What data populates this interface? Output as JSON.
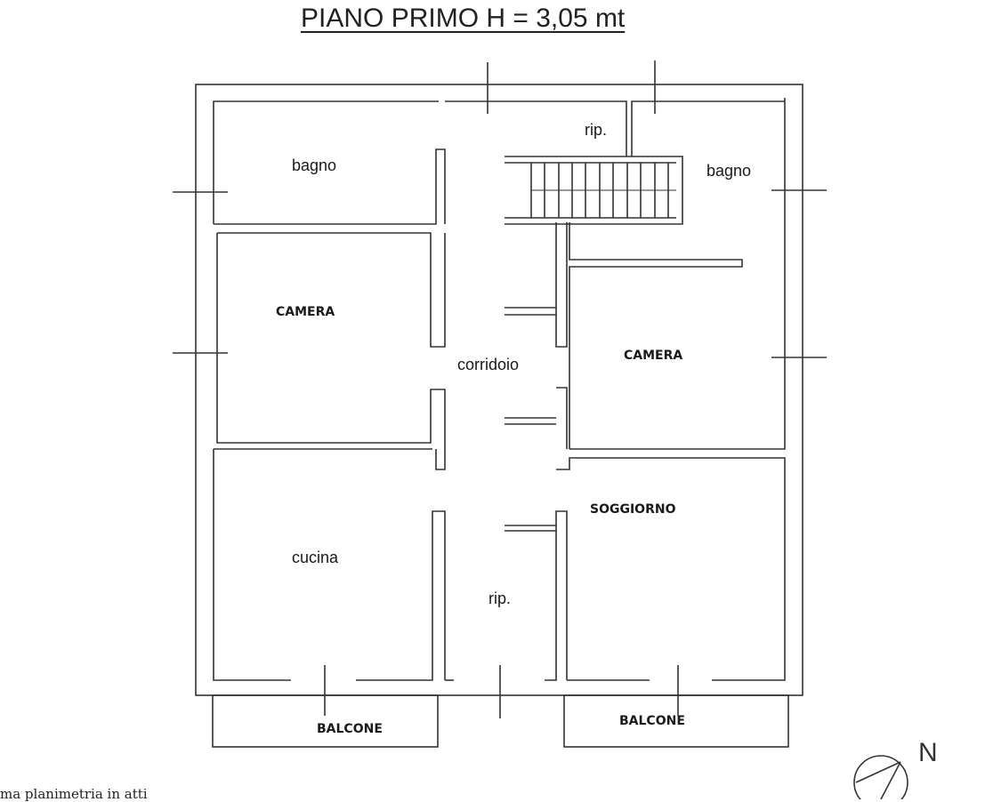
{
  "title": "PIANO PRIMO  H = 3,05 mt",
  "rooms": [
    {
      "id": "bagno-ovest",
      "label": "bagno",
      "style": "plain"
    },
    {
      "id": "rip-nord",
      "label": "rip."
    },
    {
      "id": "bagno-est",
      "label": "bagno"
    },
    {
      "id": "camera-ovest",
      "label": "CAMERA"
    },
    {
      "id": "corridoio",
      "label": "corridoio"
    },
    {
      "id": "camera-est",
      "label": "CAMERA"
    },
    {
      "id": "soggiorno",
      "label": "SOGGIORNO"
    },
    {
      "id": "cucina",
      "label": "cucina"
    },
    {
      "id": "rip-sud",
      "label": "rip."
    },
    {
      "id": "balcone-ovest",
      "label": "BALCONE"
    },
    {
      "id": "balcone-est",
      "label": "BALCONE"
    }
  ],
  "north_label": "N",
  "footer_note": "ma planimetria in atti",
  "colors": {
    "line": "#333333",
    "text": "#1a1a1a",
    "background": "#ffffff"
  }
}
